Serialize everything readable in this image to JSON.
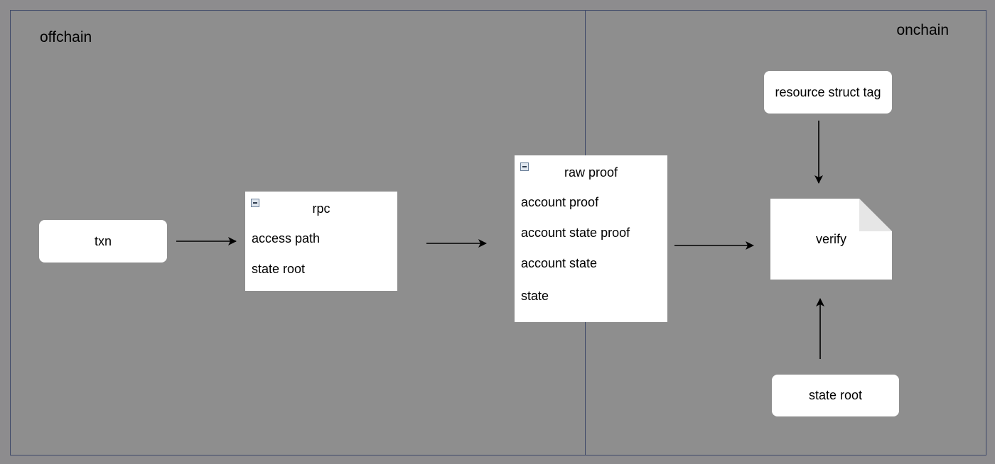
{
  "regions": {
    "offchain": "offchain",
    "onchain": "onchain"
  },
  "nodes": {
    "txn": "txn",
    "rpc": {
      "title": "rpc",
      "items": [
        "access path",
        "state root"
      ]
    },
    "raw_proof": {
      "title": "raw proof",
      "items": [
        "account proof",
        "account state proof",
        "account state",
        "state"
      ]
    },
    "resource_struct_tag": "resource struct tag",
    "verify": "verify",
    "state_root": "state root"
  },
  "colors": {
    "background": "#8e8e8e",
    "region_border": "#3d4868",
    "node_fill": "#ffffff",
    "arrow": "#000000"
  }
}
